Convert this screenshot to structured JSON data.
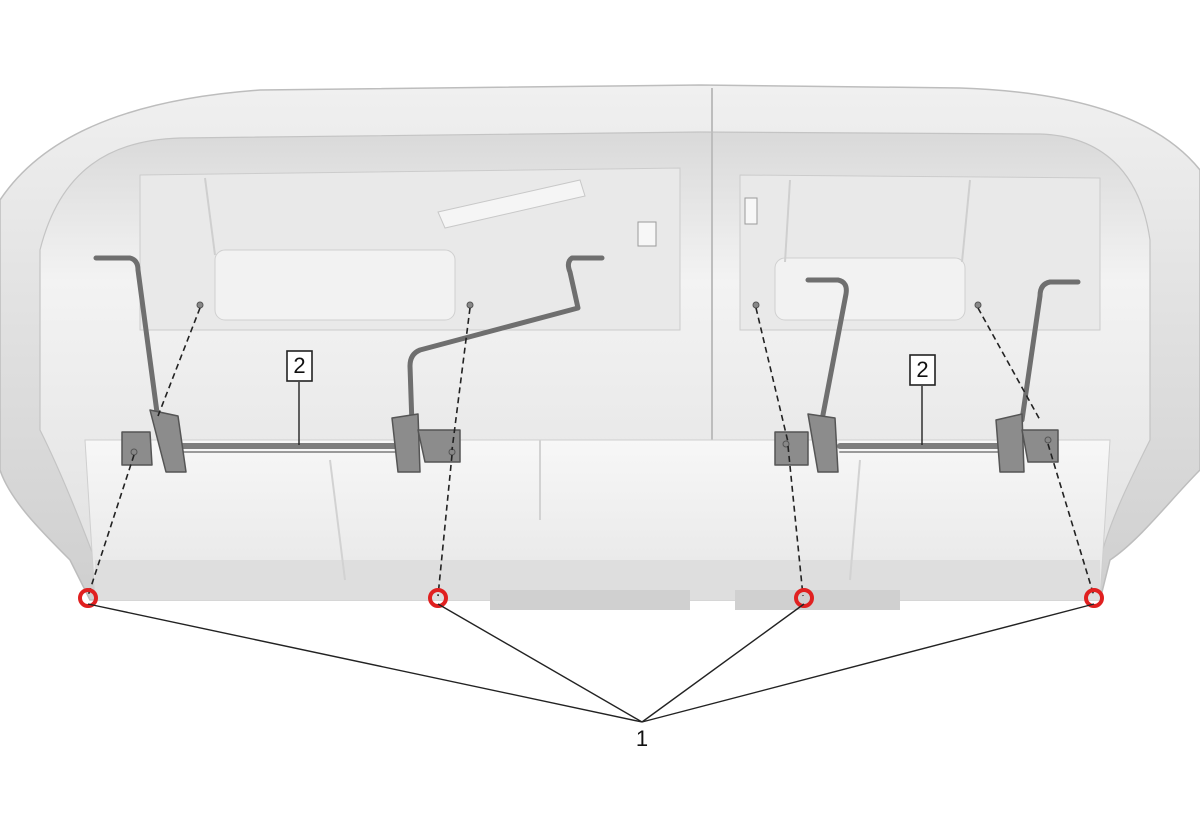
{
  "diagram": {
    "callouts": [
      {
        "id": "1",
        "label": "1"
      },
      {
        "id": "2",
        "label": "2"
      }
    ],
    "colors": {
      "fastener_highlight": "#e02020",
      "panel_fill": "#ececec",
      "panel_shade": "#d4d4d4",
      "bracket": "#7a7a7a",
      "line": "#222222"
    }
  }
}
